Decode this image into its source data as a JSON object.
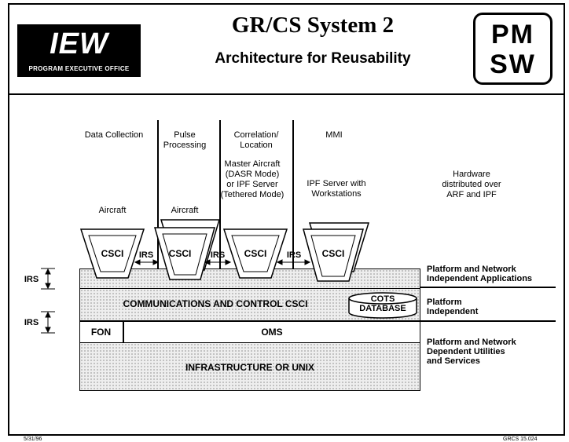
{
  "header": {
    "logo_text": "IEW",
    "logo_subtitle": "PROGRAM EXECUTIVE OFFICE",
    "title": "GR/CS System 2",
    "subtitle": "Architecture for Reusability",
    "badge_line1": "PM",
    "badge_line2": "SW"
  },
  "columns": [
    {
      "heading": "Data Collection",
      "location": "Aircraft"
    },
    {
      "heading": "Pulse\nProcessing",
      "location": "Aircraft"
    },
    {
      "heading": "Correlation/\nLocation",
      "location": "Master Aircraft\n(DASR Mode)\nor IPF Server\n(Tethered Mode)"
    },
    {
      "heading": "MMI",
      "location": "IPF Server with\nWorkstations"
    }
  ],
  "hardware_note": "Hardware\ndistributed over\nARF and IPF",
  "csci_label": "CSCI",
  "irs_label": "IRS",
  "layers": {
    "comm_control": "COMMUNICATIONS AND CONTROL CSCI",
    "cots_db": "COTS\nDATABASE",
    "fon": "FON",
    "oms": "OMS",
    "infrastructure": "INFRASTRUCTURE OR UNIX"
  },
  "right_labels": {
    "apps": "Platform and Network\nIndependent Applications",
    "platform": "Platform\nIndependent",
    "utilities": "Platform and Network\nDependent Utilities\nand Services"
  },
  "footer": {
    "left": "5/31/96",
    "right": "GRCS 15.024"
  }
}
